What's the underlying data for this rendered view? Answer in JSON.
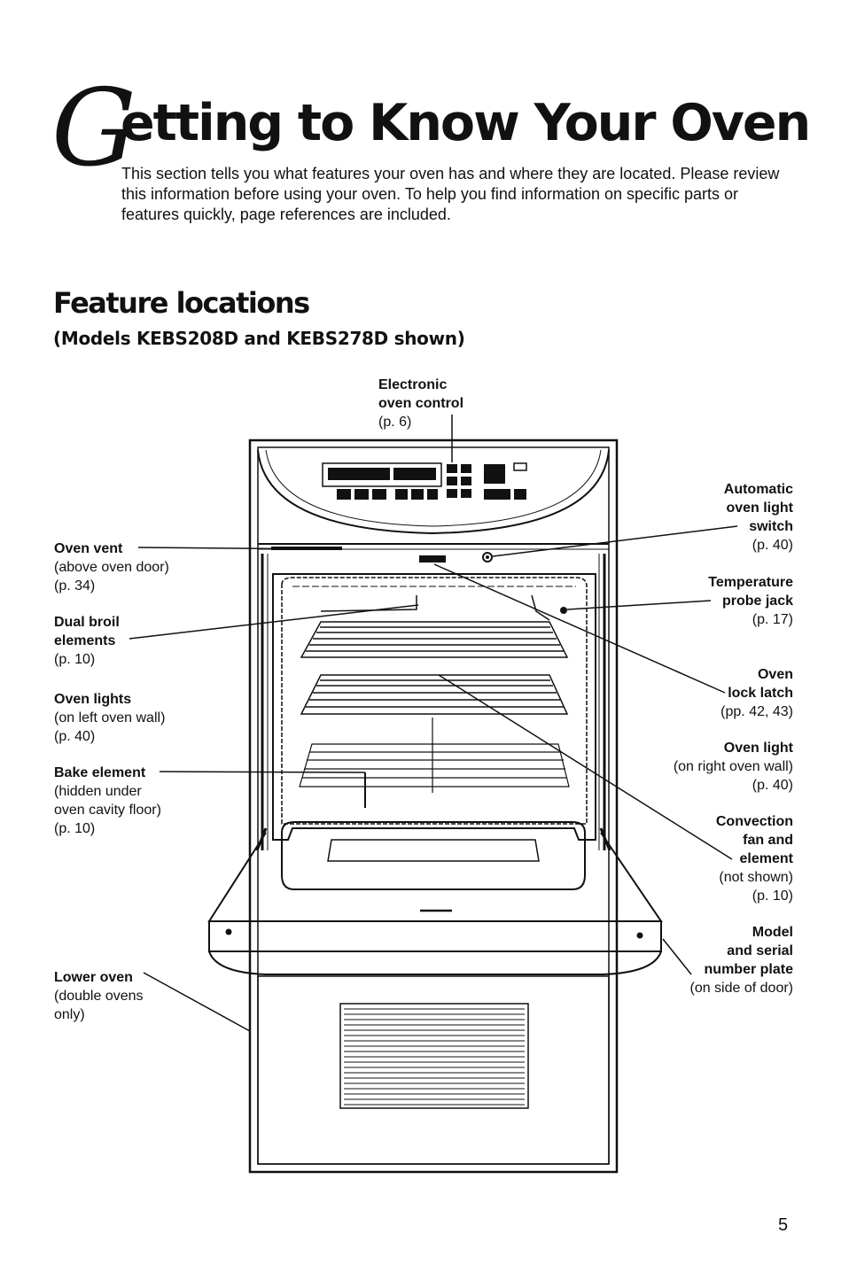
{
  "title": {
    "initial": "G",
    "rest": "etting to Know Your Oven"
  },
  "intro": "This section tells you what features your oven has and where they are located. Please review this information before using your oven. To help you find information on specific parts or features quickly, page references are included.",
  "section": {
    "heading": "Feature locations",
    "subheading": "(Models KEBS208D and KEBS278D shown)"
  },
  "labels": {
    "electronic_control": {
      "l1": "Electronic",
      "l2": "oven control",
      "ref": "(p. 6)"
    },
    "oven_vent": {
      "name": "Oven vent",
      "note": "(above oven door)",
      "ref": "(p. 34)"
    },
    "dual_broil": {
      "l1": "Dual broil",
      "l2": "elements",
      "ref": "(p. 10)"
    },
    "oven_lights": {
      "name": "Oven lights",
      "note": "(on left oven wall)",
      "ref": "(p. 40)"
    },
    "bake_element": {
      "name": "Bake element",
      "note1": "(hidden under",
      "note2": "oven cavity floor)",
      "ref": "(p. 10)"
    },
    "lower_oven": {
      "name": "Lower oven",
      "note1": "(double ovens",
      "note2": "only)"
    },
    "auto_light_switch": {
      "l1": "Automatic",
      "l2": "oven light",
      "l3": "switch",
      "ref": "(p. 40)"
    },
    "temp_probe": {
      "l1": "Temperature",
      "l2": "probe jack",
      "ref": "(p. 17)"
    },
    "lock_latch": {
      "l1": "Oven",
      "l2": "lock latch",
      "ref": "(pp. 42, 43)"
    },
    "oven_light": {
      "name": "Oven light",
      "note": "(on right oven wall)",
      "ref": "(p. 40)"
    },
    "convection": {
      "l1": "Convection",
      "l2": "fan and",
      "l3": "element",
      "note": "(not shown)",
      "ref": "(p. 10)"
    },
    "model_plate": {
      "l1": "Model",
      "l2": "and serial",
      "l3": "number plate",
      "note": "(on side of door)"
    }
  },
  "page_number": "5"
}
